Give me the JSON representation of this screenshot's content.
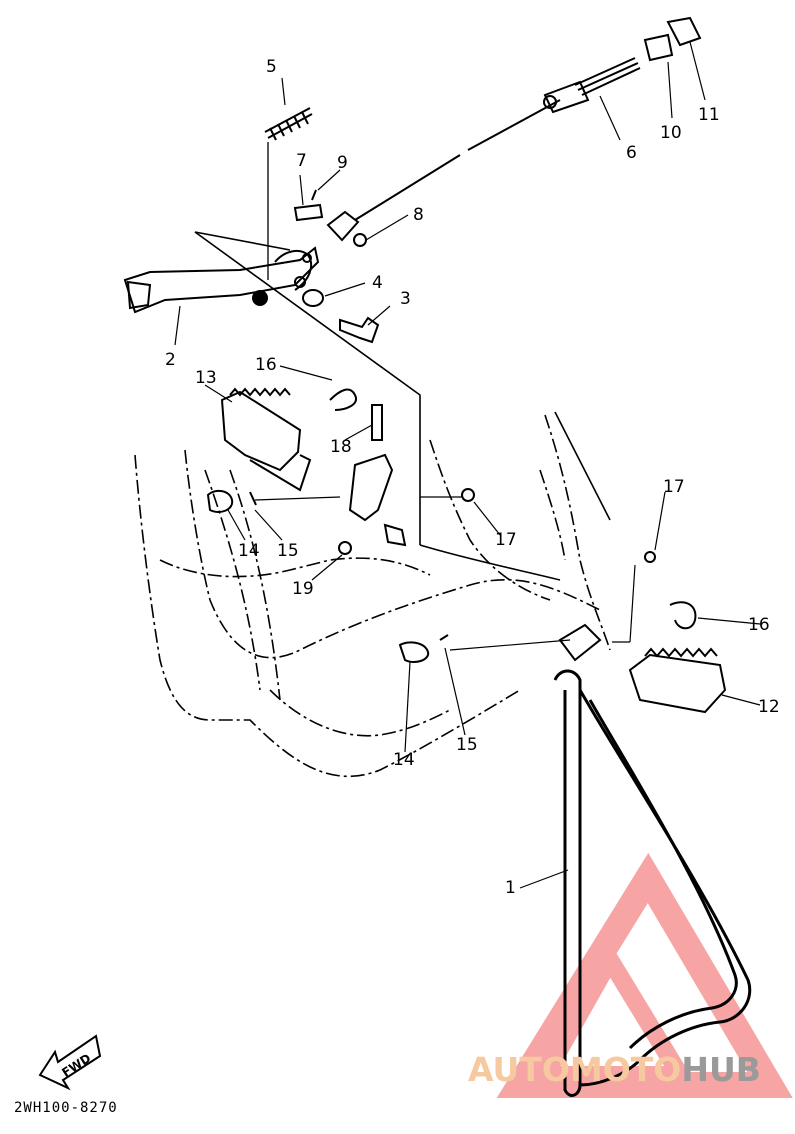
{
  "diagram": {
    "callouts": [
      "1",
      "2",
      "3",
      "4",
      "5",
      "6",
      "7",
      "8",
      "9",
      "10",
      "11",
      "12",
      "13",
      "14",
      "15",
      "16",
      "17",
      "18",
      "19"
    ],
    "drawing_code": "2WH100-8270",
    "fwd_label": "FWD",
    "watermark": {
      "part1": "AUTOMOTO",
      "part2": "HUB"
    },
    "colors": {
      "line": "#000000",
      "watermark_red": "#f15a5a",
      "watermark_orange": "#f6c9a0",
      "watermark_gray": "#9a9a9a"
    }
  }
}
